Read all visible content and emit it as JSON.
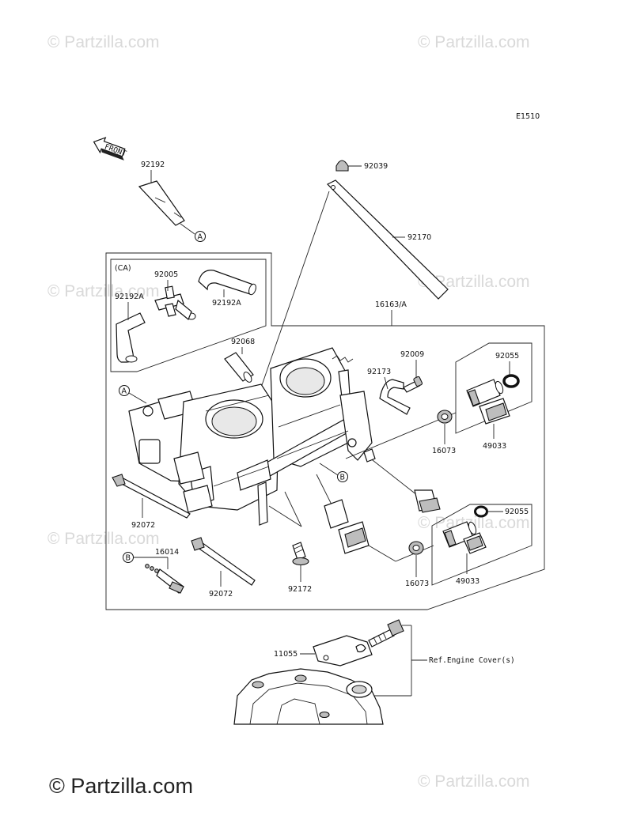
{
  "diagram_code": "E1510",
  "front_label": "FRONT",
  "ca_label": "(CA)",
  "ref_label": "Ref.Engine Cover(s)",
  "callouts": {
    "a": "A",
    "b": "B"
  },
  "parts": {
    "p92192_top": "92192",
    "p92039": "92039",
    "p92170": "92170",
    "p92005": "92005",
    "p92192A_left": "92192A",
    "p92192A_right": "92192A",
    "p16163": "16163/A",
    "p92068": "92068",
    "p92009": "92009",
    "p92173": "92173",
    "p92055_top": "92055",
    "p49033_top": "49033",
    "p16073_top": "16073",
    "p92072_left": "92072",
    "p92055_bottom": "92055",
    "p16073_bottom": "16073",
    "p49033_bottom": "49033",
    "p16014": "16014",
    "p92072_bottom": "92072",
    "p92172": "92172",
    "p11055": "11055"
  },
  "watermarks": {
    "small": "© Partzilla.com",
    "large": "© Partzilla.com"
  }
}
